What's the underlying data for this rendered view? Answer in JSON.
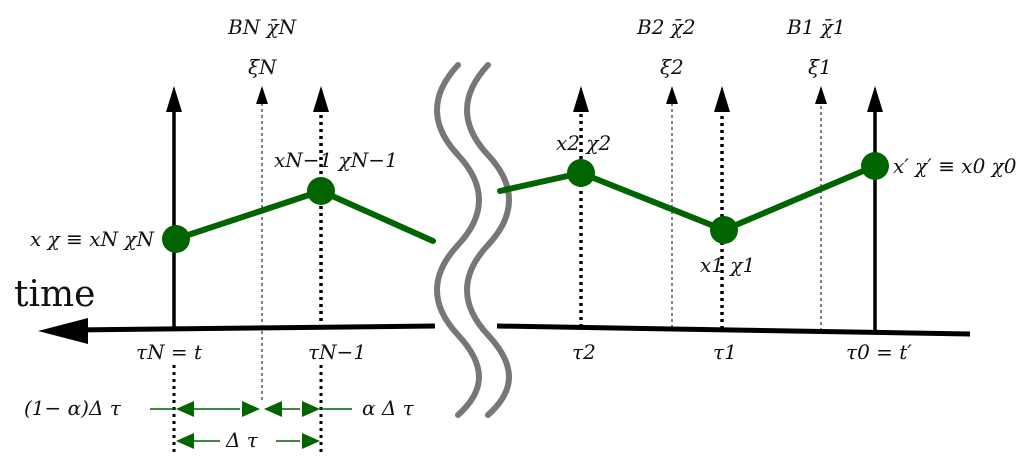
{
  "axis": {
    "time_label": "time"
  },
  "ticks": [
    {
      "id": "tau-N",
      "text": "τN = t"
    },
    {
      "id": "tau-N-minus-1",
      "text": "τN−1"
    },
    {
      "id": "tau-2",
      "text": "τ2"
    },
    {
      "id": "tau-1",
      "text": "τ1"
    },
    {
      "id": "tau-0",
      "text": "τ0 = t′"
    }
  ],
  "top_labels": [
    {
      "id": "BN",
      "line1": "BN χ̄N",
      "line2": "ξN"
    },
    {
      "id": "B2",
      "line1": "B2 χ̄2",
      "line2": "ξ2"
    },
    {
      "id": "B1",
      "line1": "B1 χ̄1",
      "line2": "ξ1"
    }
  ],
  "points": [
    {
      "id": "xN",
      "text": "x χ ≡ xN χN"
    },
    {
      "id": "xN-1",
      "text": "xN−1 χN−1"
    },
    {
      "id": "x2",
      "text": "x2 χ2"
    },
    {
      "id": "x1",
      "text": "x1 χ1"
    },
    {
      "id": "x0",
      "text": "x′ χ′ ≡ x0 χ0"
    }
  ],
  "intervals": {
    "left": "(1− α)Δ τ",
    "right": "α Δ τ",
    "total": "Δ τ"
  },
  "colors": {
    "path": "#006400",
    "axis": "#000000",
    "break": "#7a7a7a"
  }
}
